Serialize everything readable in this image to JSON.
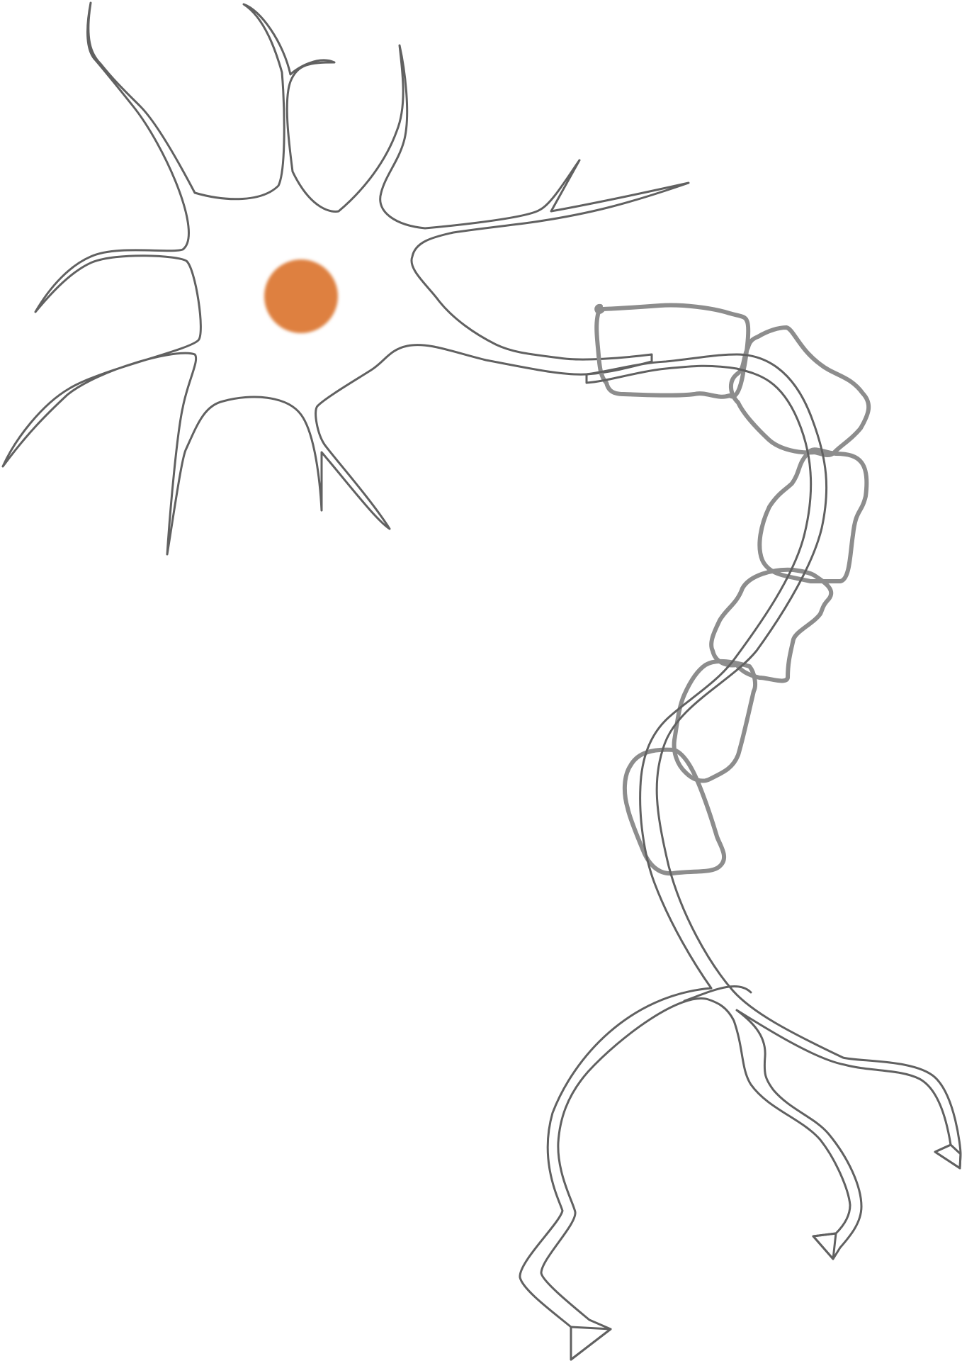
{
  "figure": {
    "subject": "neuron",
    "colors": {
      "background": "#ffffff",
      "cell_fill": "#dadada",
      "outline": "#616161",
      "myelin_outline": "#8d8d8d",
      "axon_fill": "#e3e3e3",
      "nucleus": "#de803f"
    },
    "parts": [
      "cell-body",
      "nucleus",
      "dendrites",
      "axon",
      "myelin-sheath",
      "axon-terminals"
    ]
  }
}
